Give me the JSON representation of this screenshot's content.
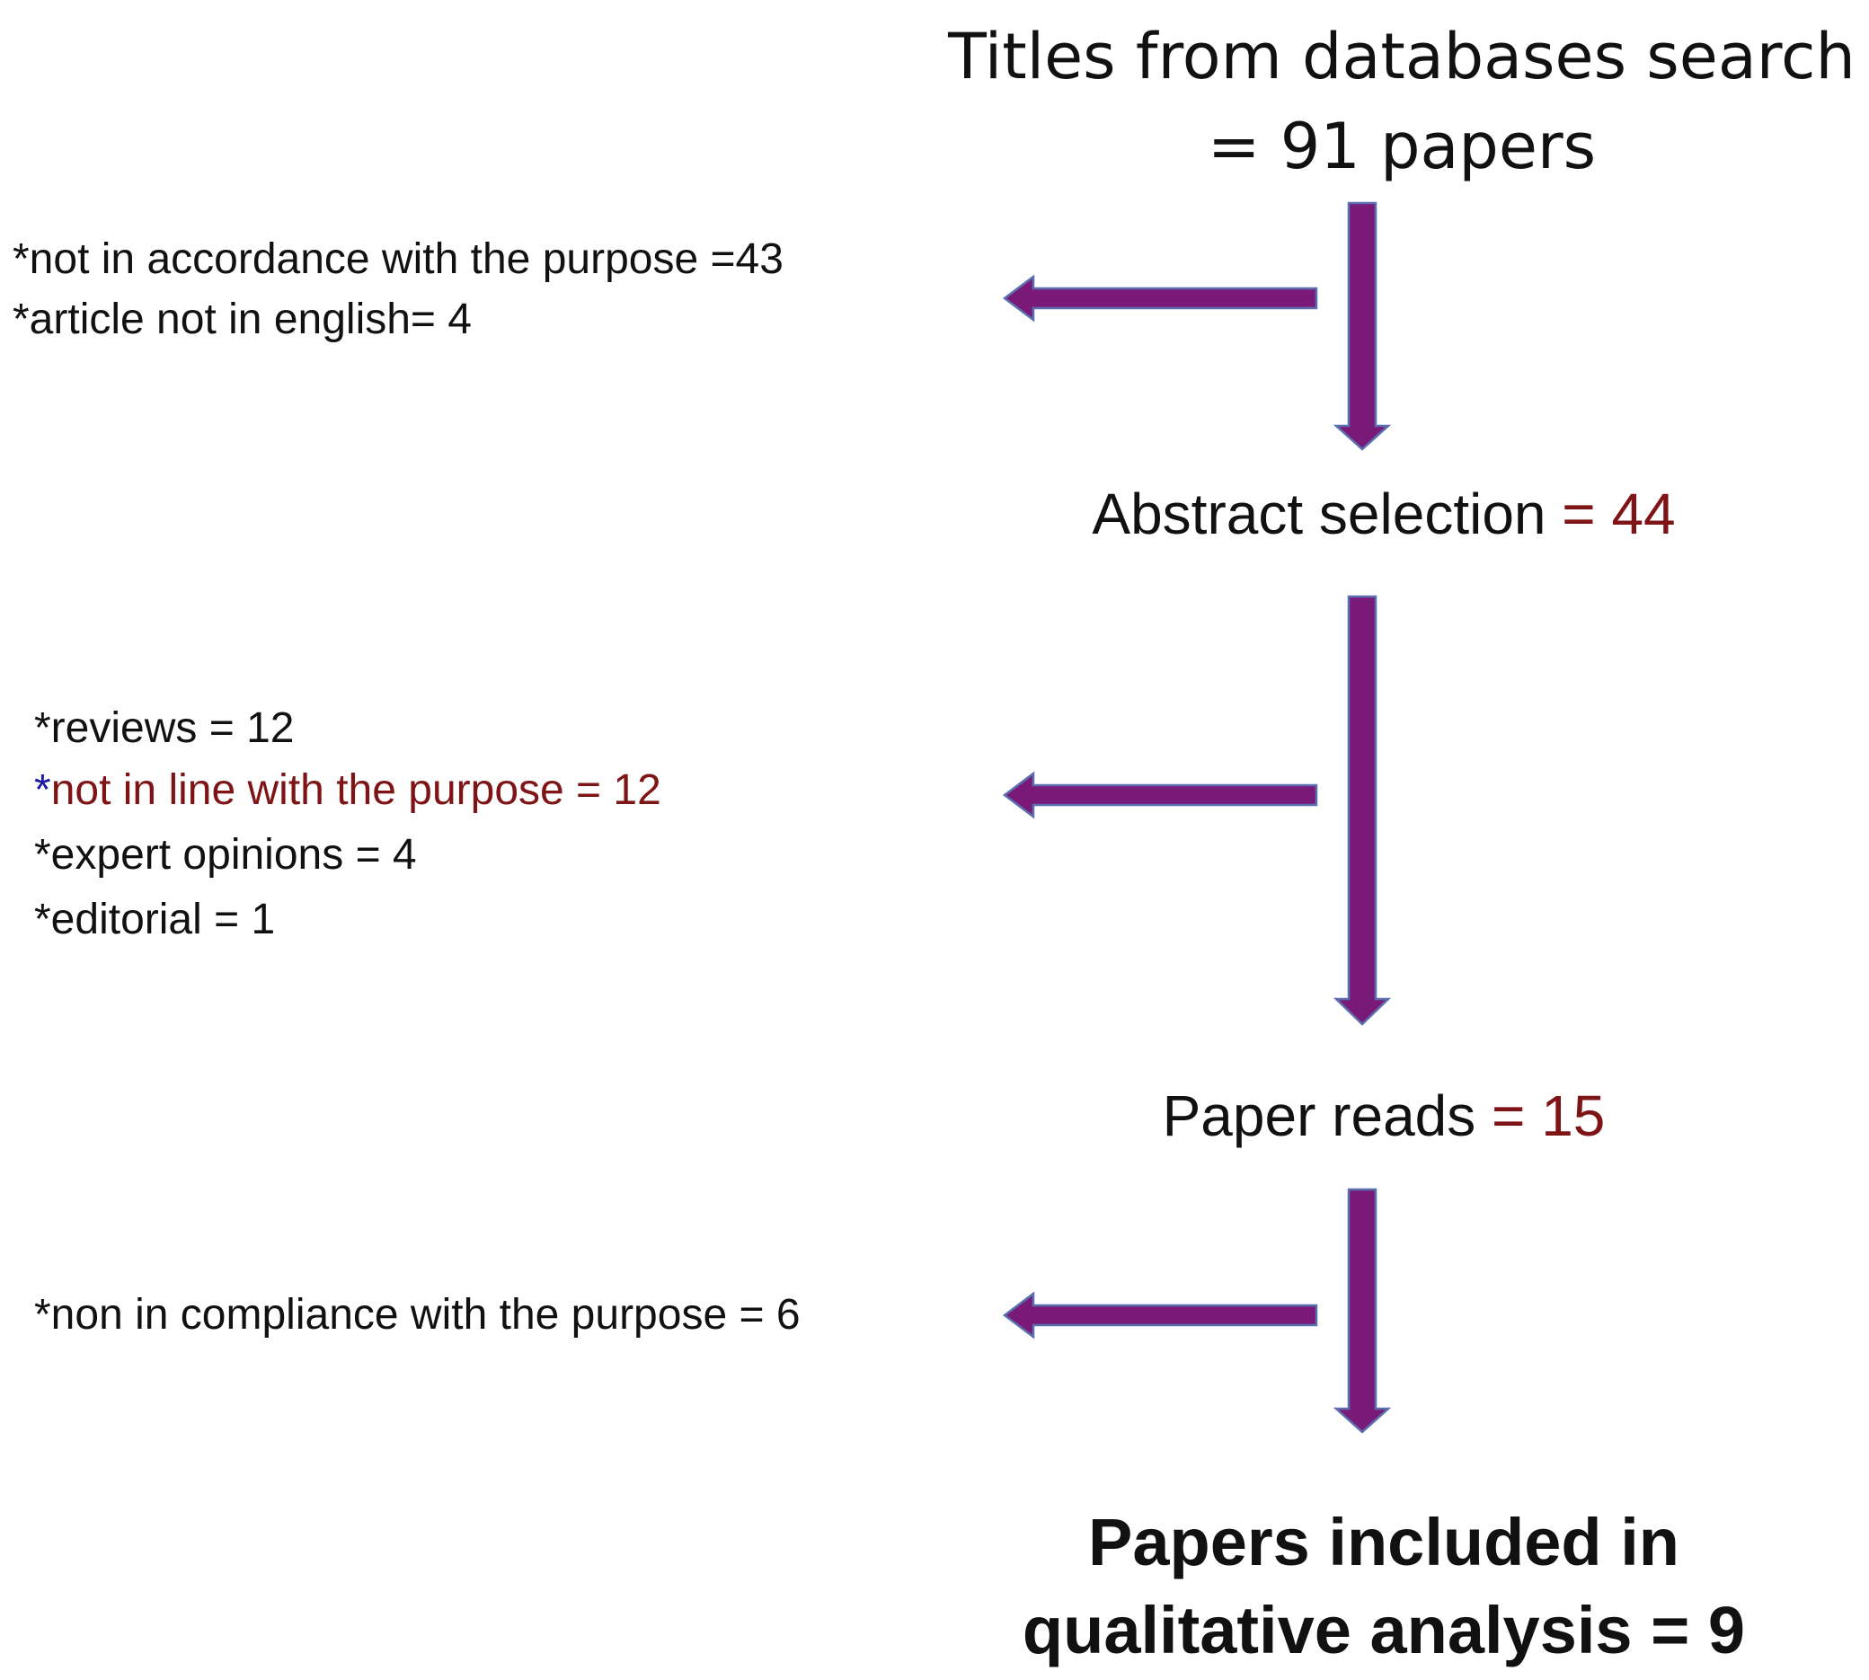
{
  "colors": {
    "arrow_fill": "#7a1a78",
    "arrow_outline": "#5a6fb0",
    "count_highlight": "#7f1416",
    "asterisk_blue": "#1a1aa6"
  },
  "start": {
    "line1": "Titles from databases search",
    "line2": "= 91 papers"
  },
  "stage1": {
    "exclusions": [
      "*not in accordance with the purpose =43",
      "*article not in english= 4"
    ]
  },
  "stage2": {
    "label": "Abstract selection ",
    "count": "= 44",
    "exclusions": {
      "item1": "*reviews = 12",
      "item2_asterisk": "*",
      "item2_text": "not in line with the purpose = 12",
      "item3": "*expert opinions = 4",
      "item4": "*editorial = 1"
    }
  },
  "stage3": {
    "label": "Paper reads ",
    "count": "= 15",
    "exclusions": [
      "*non in compliance with the purpose = 6"
    ]
  },
  "final": {
    "line1": "Papers included in",
    "line2": "qualitative analysis  = 9"
  }
}
